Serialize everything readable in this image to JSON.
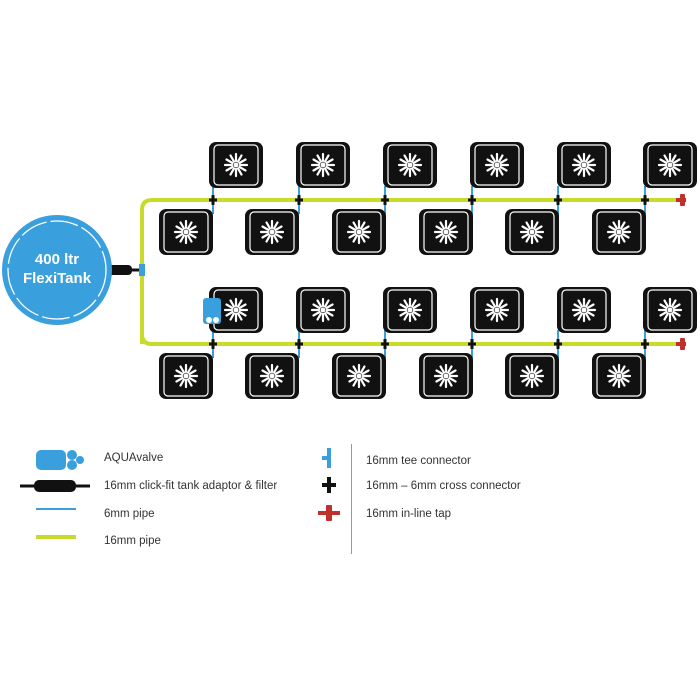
{
  "tank": {
    "line1": "400 ltr",
    "line2": "FlexiTank"
  },
  "colors": {
    "tank": "#3aa0dd",
    "pipe16": "#c8da2b",
    "pipe6": "#3aa0dd",
    "pot": "#111111",
    "tap": "#c0312b",
    "valve": "#3aa0dd"
  },
  "layout": {
    "pot_rows": 2,
    "pots_per_row": 12
  },
  "legend": {
    "left": [
      {
        "icon": "aquavalve-icon",
        "label": "AQUAvalve"
      },
      {
        "icon": "tank-adaptor-filter-icon",
        "label": "16mm click-fit tank adaptor & filter"
      },
      {
        "icon": "6mm-pipe-icon",
        "label": "6mm pipe"
      },
      {
        "icon": "16mm-pipe-icon",
        "label": "16mm pipe"
      }
    ],
    "right": [
      {
        "icon": "tee-connector-icon",
        "label": "16mm tee connector"
      },
      {
        "icon": "cross-connector-icon",
        "label": "16mm – 6mm cross connector"
      },
      {
        "icon": "inline-tap-icon",
        "label": "16mm in-line tap"
      }
    ]
  }
}
